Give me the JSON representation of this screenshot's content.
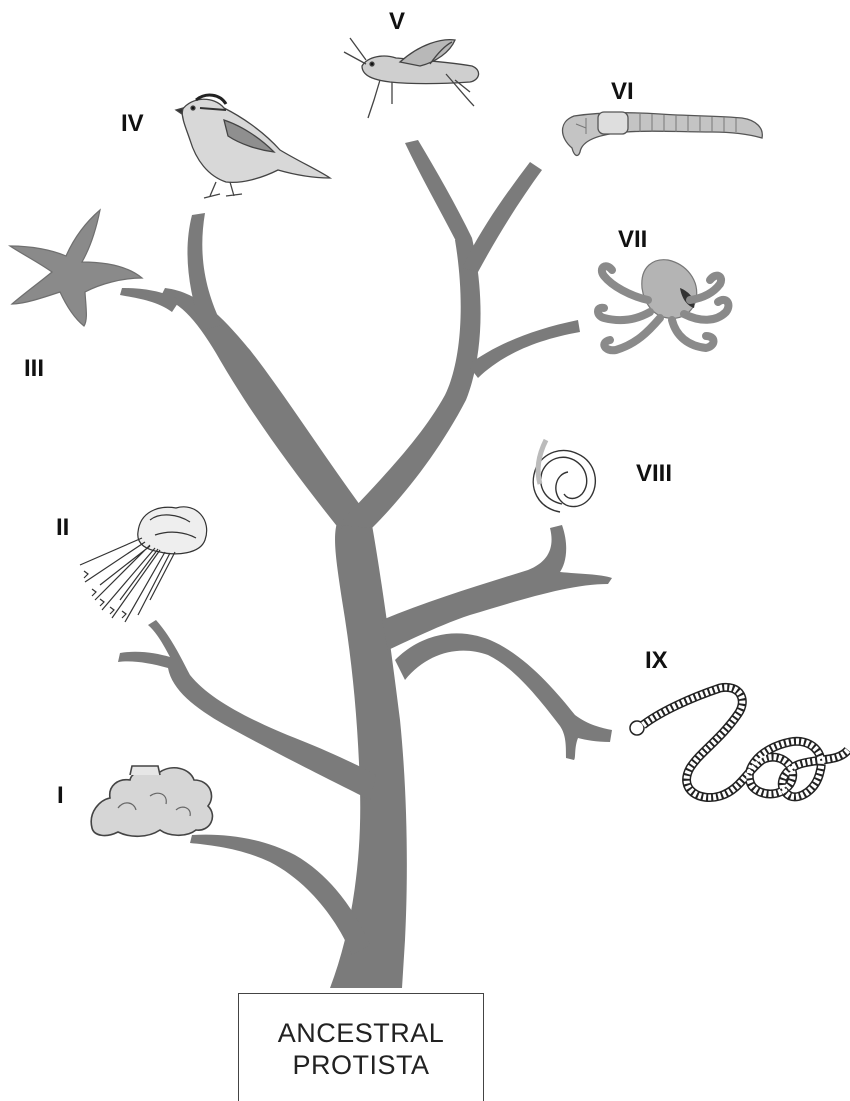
{
  "diagram": {
    "root": {
      "line1": "ANCESTRAL",
      "line2": "PROTISTA"
    },
    "groups": [
      {
        "numeral": "I",
        "icon": "sponge-icon"
      },
      {
        "numeral": "II",
        "icon": "jellyfish-icon"
      },
      {
        "numeral": "III",
        "icon": "starfish-icon"
      },
      {
        "numeral": "IV",
        "icon": "bird-icon"
      },
      {
        "numeral": "V",
        "icon": "grasshopper-icon"
      },
      {
        "numeral": "VI",
        "icon": "earthworm-icon"
      },
      {
        "numeral": "VII",
        "icon": "octopus-icon"
      },
      {
        "numeral": "VIII",
        "icon": "roundworm-icon"
      },
      {
        "numeral": "IX",
        "icon": "tapeworm-icon"
      }
    ],
    "colors": {
      "tree": "#7b7b7b",
      "organism_fill": "#c8c8c8",
      "outline": "#555555"
    }
  }
}
